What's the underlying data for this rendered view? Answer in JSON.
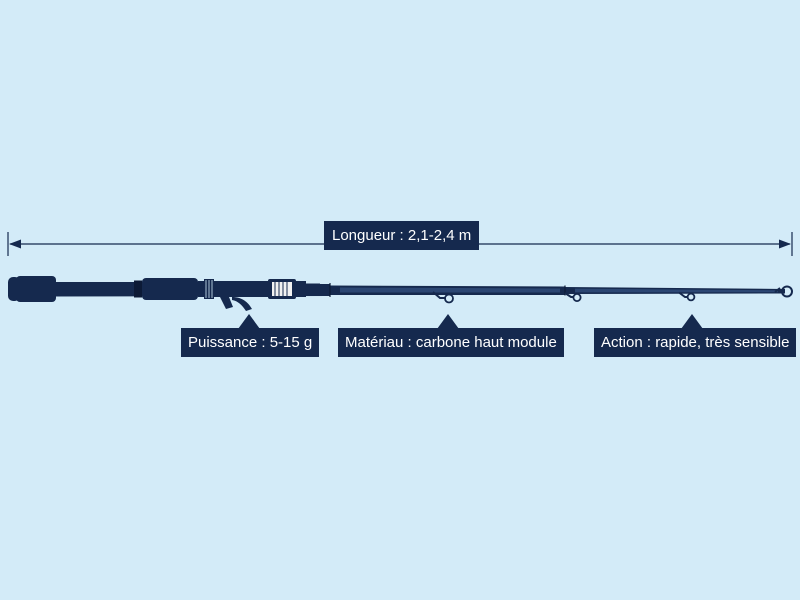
{
  "diagram": {
    "length_label": "Longueur : 2,1-2,4 m",
    "power_label": "Puissance : 5-15 g",
    "material_label": "Matériau : carbone haut module",
    "action_label": "Action : rapide, très sensible"
  },
  "colors": {
    "background": "#d3ebf8",
    "ink": "#15294e",
    "rod_section": "#2b4673",
    "reel_seat_ring": "#f2f2f2"
  }
}
